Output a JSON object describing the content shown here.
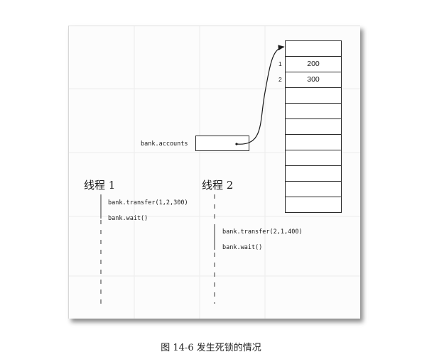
{
  "diagram": {
    "ref_label": "bank.accounts",
    "array": {
      "cells": [
        "",
        "200",
        "300",
        "",
        "",
        "",
        "",
        "",
        "",
        "",
        ""
      ],
      "indices": [
        {
          "label": "1",
          "cell": 1
        },
        {
          "label": "2",
          "cell": 2
        }
      ]
    },
    "threads": [
      {
        "title": "线程 1",
        "code": [
          "bank.transfer(1,2,300)",
          "bank.wait()"
        ]
      },
      {
        "title": "线程 2",
        "code": [
          "bank.transfer(2,1,400)",
          "bank.wait()"
        ]
      }
    ]
  },
  "caption": "图 14-6   发生死锁的情况"
}
